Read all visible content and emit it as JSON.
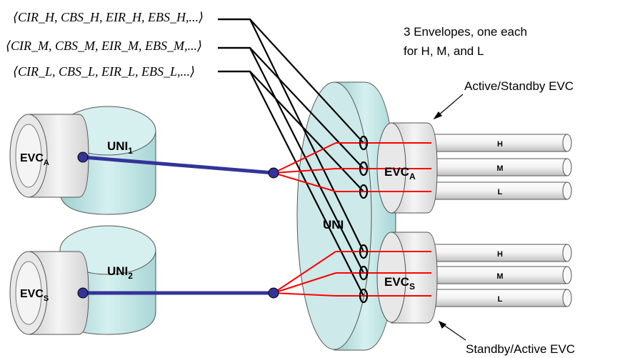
{
  "labels": {
    "param_h": "⟨CIR_H, CBS_H, EIR_H, EBS_H,...⟩",
    "param_m": "⟨CIR_M, CBS_M, EIR_M, EBS_M,...⟩",
    "param_l": "⟨CIR_L, CBS_L, EIR_L, EBS_L,...⟩",
    "envelopes_line1": "3 Envelopes, one each",
    "envelopes_line2": "for H, M, and L",
    "active_standby": "Active/Standby EVC",
    "standby_active": "Standby/Active EVC",
    "uni1": "UNI",
    "uni1_sub": "1",
    "uni2": "UNI",
    "uni2_sub": "2",
    "uni_center": "UNI",
    "evc_a_left": "EVC",
    "evc_a_left_sub": "A",
    "evc_s_left": "EVC",
    "evc_s_left_sub": "S",
    "evc_a_right": "EVC",
    "evc_a_right_sub": "A",
    "evc_s_right": "EVC",
    "evc_s_right_sub": "S",
    "pipe_h": "H",
    "pipe_m": "M",
    "pipe_l": "L"
  },
  "colors": {
    "uni_fill": "#bfe4e4",
    "evc_fill": "#e6e6e6",
    "pipe_fill": "#f0f0f0",
    "red_line": "#ff0000",
    "blue_line": "#333399",
    "black_line": "#000000"
  }
}
